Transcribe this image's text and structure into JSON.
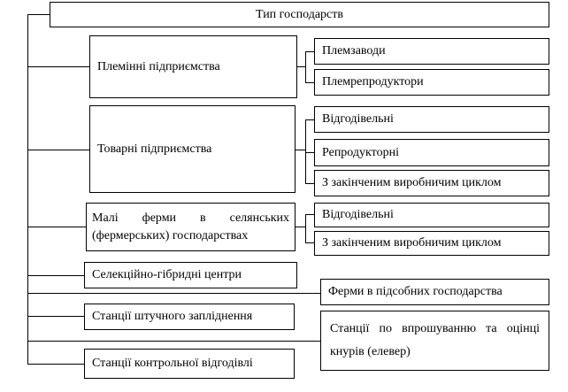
{
  "root": "Тип господарств",
  "groups": [
    {
      "label": "Племінні підприємства",
      "children": [
        "Племзаводи",
        "Племрепродуктори"
      ]
    },
    {
      "label": "Товарні підприємства",
      "children": [
        "Відгодівельні",
        "Репродукторні",
        "З закінченим виробничим циклом"
      ]
    },
    {
      "label": "Малі ферми в селянських (фермерських) господарствах",
      "children": [
        "Відгодівельні",
        "З закінченим виробничим циклом"
      ]
    }
  ],
  "singles": [
    "Селекційно-гібридні центри",
    "Ферми в підсобних господарства",
    "Станції штучного запліднення",
    "Станції по впрошуванню та оцінці кнурів (елевер)",
    "Станції контрольної відгодівлі"
  ]
}
